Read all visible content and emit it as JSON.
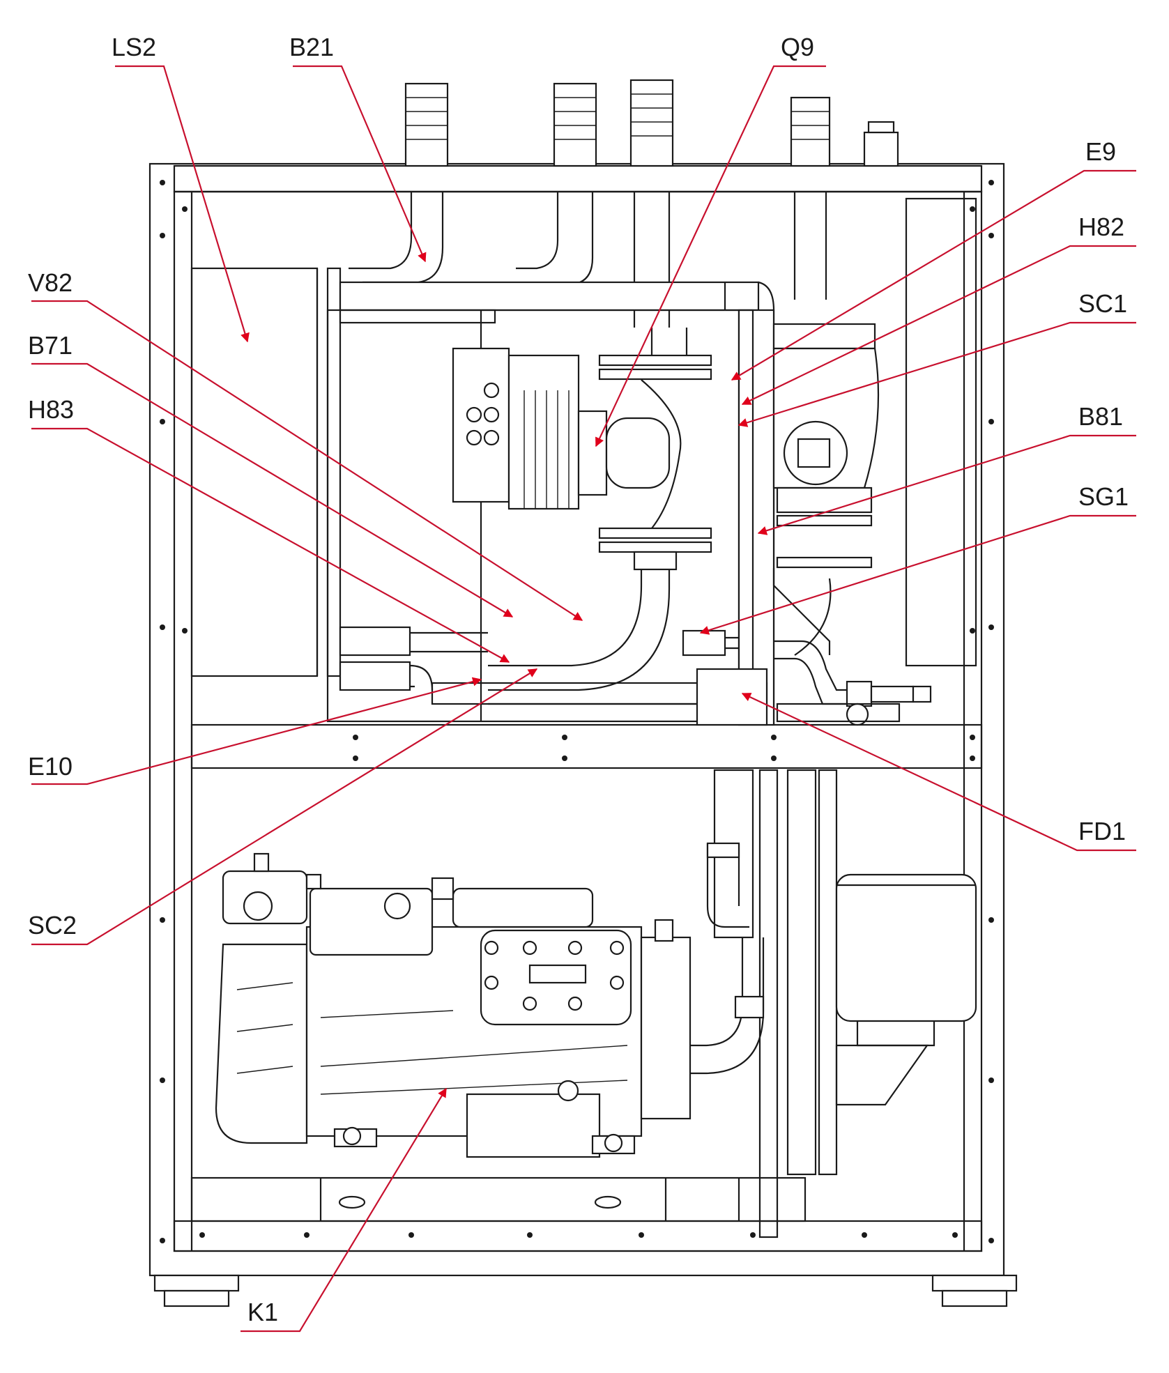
{
  "labels": {
    "LS2": "LS2",
    "B21": "B21",
    "Q9": "Q9",
    "E9": "E9",
    "H82": "H82",
    "SC1": "SC1",
    "V82": "V82",
    "B71": "B71",
    "H83": "H83",
    "B81": "B81",
    "SG1": "SG1",
    "E10": "E10",
    "FD1": "FD1",
    "SC2": "SC2",
    "K1": "K1"
  },
  "colors": {
    "callout": "#c8102e",
    "arrowhead": "#e0001b",
    "drawing": "#1a1a1a",
    "background": "#ffffff"
  }
}
